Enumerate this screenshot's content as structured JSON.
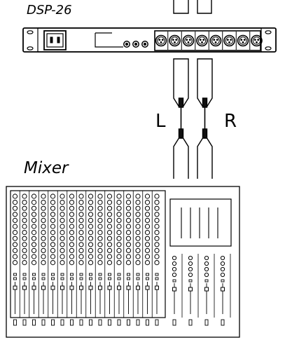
{
  "labels": {
    "dsp_title": "DSP-26",
    "mixer_title": "Mixer",
    "left_channel": "L",
    "right_channel": "R"
  },
  "colors": {
    "line": "#000000",
    "background": "#ffffff",
    "cable_band": "#111111"
  },
  "devices": {
    "dsp": {
      "xlr_outputs": 8,
      "small_jacks": 3
    },
    "mixer": {
      "channel_strips": 16,
      "knobs_per_strip": 12,
      "group_strips": 4,
      "master_faders": 5
    }
  },
  "cables": [
    "left",
    "right"
  ]
}
